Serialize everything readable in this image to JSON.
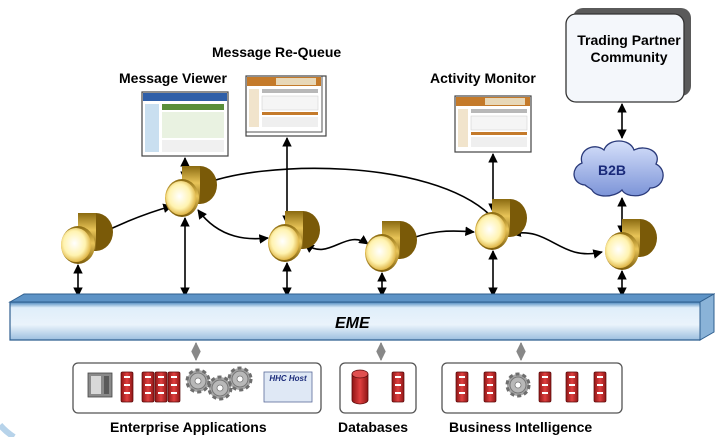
{
  "labels": {
    "message_viewer": "Message Viewer",
    "message_requeue": "Message Re-Queue",
    "activity_monitor": "Activity Monitor",
    "trading_partner_community": "Trading Partner Community",
    "b2b": "B2B",
    "eme": "EME",
    "hhc_host": "HHC Host",
    "enterprise_applications": "Enterprise Applications",
    "databases": "Databases",
    "business_intelligence": "Business Intelligence"
  },
  "colors": {
    "bus_fill": "#c8def0",
    "bus_edge": "#2f5f8f",
    "node_fill": "#d6b04a",
    "node_face": "#fff6c0",
    "cloud_fill": "#9fb4e8",
    "server_red": "#c62828",
    "gear_gray": "#9a9a9a"
  }
}
